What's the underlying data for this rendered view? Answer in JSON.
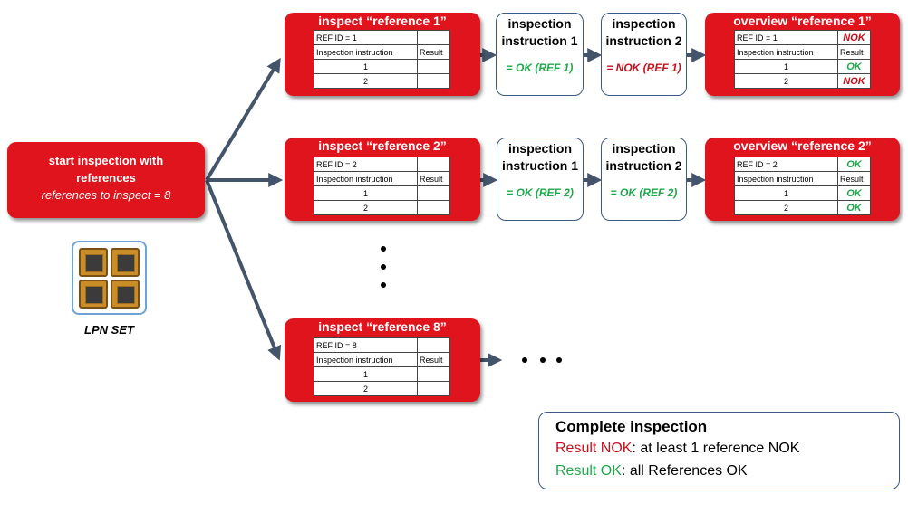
{
  "start": {
    "line1": "start inspection with",
    "line2": "references",
    "line3": "references to inspect = 8"
  },
  "lpn": {
    "label": "LPN SET"
  },
  "table_header": {
    "inspection_instruction": "Inspection instruction",
    "result": "Result"
  },
  "rows": [
    {
      "inspect": {
        "title": "inspect “reference 1”",
        "ref_id": "REF ID = 1",
        "r1": "1",
        "r2": "2"
      },
      "instr1": {
        "h1": "inspection",
        "h2": "instruction 1",
        "value": "= OK (REF 1)"
      },
      "instr2": {
        "h1": "inspection",
        "h2": "instruction 2",
        "value": "= NOK (REF 1)"
      },
      "overview": {
        "title": "overview “reference 1”",
        "ref_id": "REF ID = 1",
        "ref_result": "NOK",
        "r1": "1",
        "r1_result": "OK",
        "r2": "2",
        "r2_result": "NOK"
      }
    },
    {
      "inspect": {
        "title": "inspect “reference 2”",
        "ref_id": "REF ID = 2",
        "r1": "1",
        "r2": "2"
      },
      "instr1": {
        "h1": "inspection",
        "h2": "instruction 1",
        "value": "= OK (REF 2)"
      },
      "instr2": {
        "h1": "inspection",
        "h2": "instruction 2",
        "value": "= OK (REF 2)"
      },
      "overview": {
        "title": "overview “reference 2”",
        "ref_id": "REF ID = 2",
        "ref_result": "OK",
        "r1": "1",
        "r1_result": "OK",
        "r2": "2",
        "r2_result": "OK"
      }
    },
    {
      "inspect": {
        "title": "inspect “reference 8”",
        "ref_id": "REF ID = 8",
        "r1": "1",
        "r2": "2"
      }
    }
  ],
  "legend": {
    "title": "Complete inspection",
    "nok_label": "Result NOK",
    "nok_text": ": at least 1 reference  NOK",
    "ok_label": "Result OK",
    "ok_text": ": all References  OK"
  },
  "colors": {
    "box_red": "#e0141c",
    "arrow": "#44546a",
    "ok_green": "#1fa94a",
    "nok_red": "#c8101c",
    "outline_blue": "#3d5a86"
  }
}
